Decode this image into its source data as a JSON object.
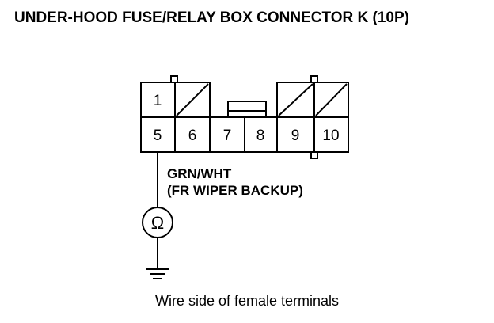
{
  "title": "UNDER-HOOD FUSE/RELAY BOX CONNECTOR K (10P)",
  "connector": {
    "top_row": [
      "1",
      "",
      "",
      "",
      "",
      ""
    ],
    "bottom_row": [
      "5",
      "6",
      "7",
      "8",
      "9",
      "10"
    ]
  },
  "wire": {
    "color": "GRN/WHT",
    "function": "(FR WIPER BACKUP)"
  },
  "meter_symbol": "Ω",
  "caption": "Wire side of female terminals"
}
